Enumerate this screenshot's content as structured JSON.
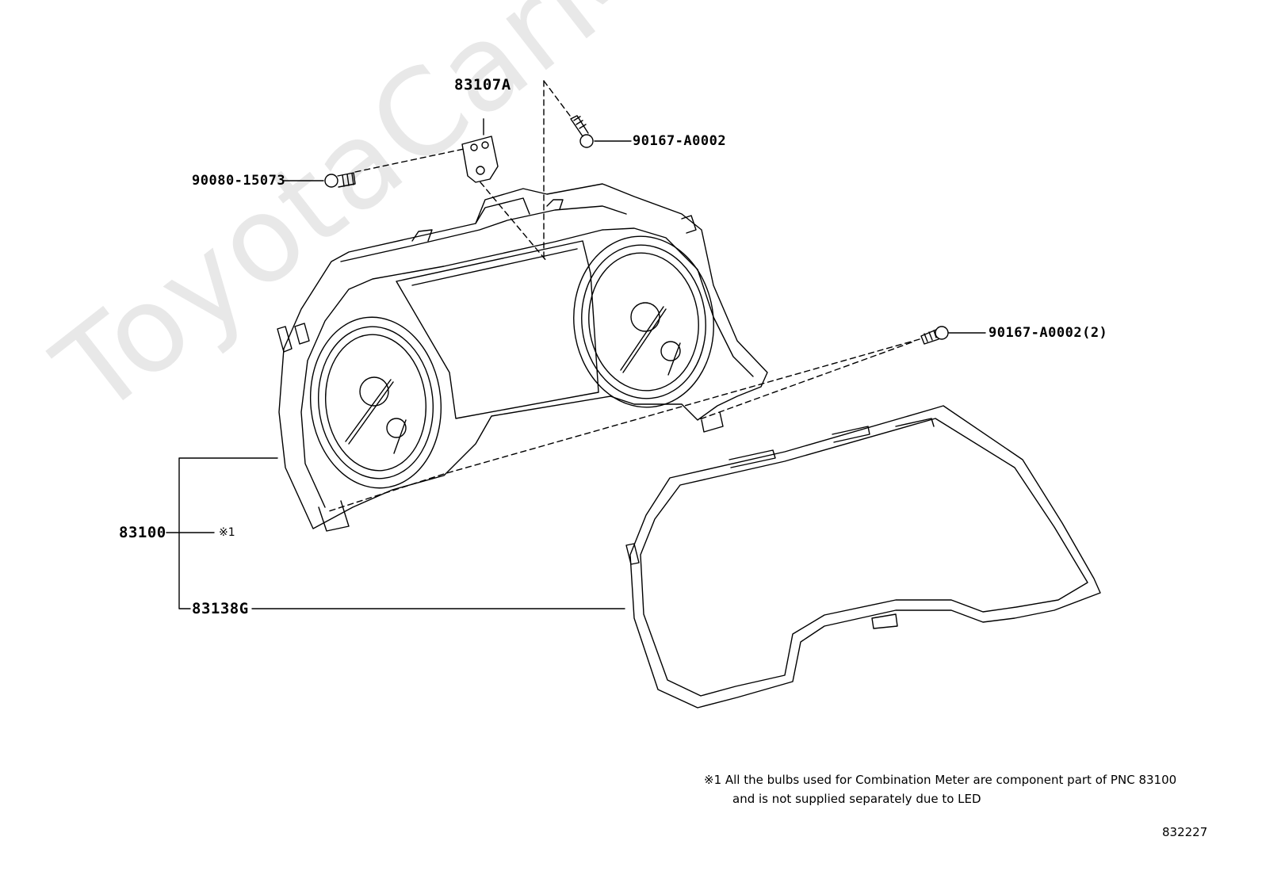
{
  "watermark": "ToyotaCarMine.ru",
  "parts": {
    "bracket": "83107A",
    "screw_top": "90167-A0002",
    "screw_left": "90080-15073",
    "screw_right": "90167-A0002(2)",
    "meter_assy": "83100",
    "meter_ref": "※1",
    "glass": "83138G"
  },
  "footnote": {
    "line1": "※1 All the bulbs used for Combination Meter are component part of PNC 83100",
    "line2": "and is not supplied separately due to LED"
  },
  "illustration_number": "832227",
  "colors": {
    "line": "#000000",
    "watermark": "#e8e8e8",
    "background": "#ffffff"
  }
}
